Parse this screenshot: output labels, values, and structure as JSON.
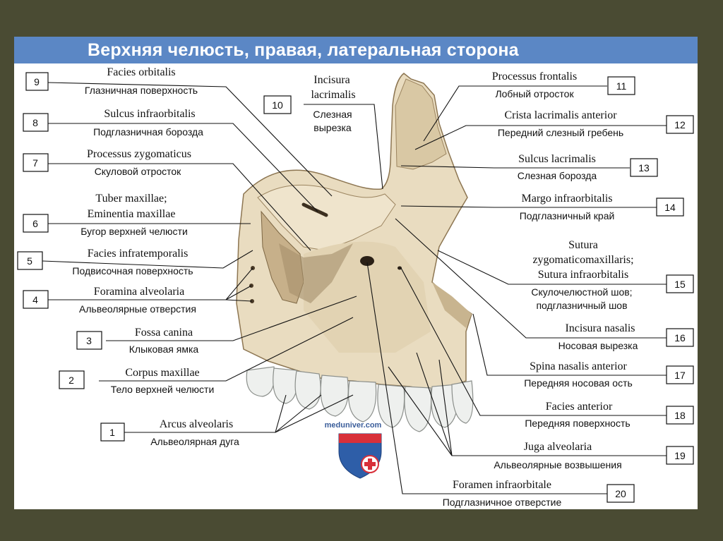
{
  "title": "Верхняя челюсть, правая, латеральная сторона",
  "watermark": "meduniver.com",
  "colors": {
    "background": "#4a4b33",
    "title_bar": "#5b87c5",
    "bone": "#e9dcc0",
    "bone_shadow": "#b5a17f",
    "teeth": "#eef0ee",
    "logo_blue": "#2e5ea8",
    "logo_red": "#d8303a"
  },
  "labels": [
    {
      "number": "1",
      "latin": "Arcus alveolaris",
      "russian": "Альвеолярная дуга"
    },
    {
      "number": "2",
      "latin": "Corpus maxillae",
      "russian": "Тело верхней челюсти"
    },
    {
      "number": "3",
      "latin": "Fossa canina",
      "russian": "Клыковая ямка"
    },
    {
      "number": "4",
      "latin": "Foramina alveolaria",
      "russian": "Альвеолярные отверстия"
    },
    {
      "number": "5",
      "latin": "Facies infratemporalis",
      "russian": "Подвисочная поверхность"
    },
    {
      "number": "6",
      "latin": "Tuber maxillae;",
      "latin2": "Eminentia maxillae",
      "russian": "Бугор верхней челюсти"
    },
    {
      "number": "7",
      "latin": "Processus zygomaticus",
      "russian": "Скуловой отросток"
    },
    {
      "number": "8",
      "latin": "Sulcus infraorbitalis",
      "russian": "Подглазничная борозда"
    },
    {
      "number": "9",
      "latin": "Facies orbitalis",
      "russian": "Глазничная поверхность"
    },
    {
      "number": "10",
      "latin": "Incisura",
      "latin2": "lacrimalis",
      "russian": "Слезная",
      "russian2": "вырезка"
    },
    {
      "number": "11",
      "latin": "Processus frontalis",
      "russian": "Лобный отросток"
    },
    {
      "number": "12",
      "latin": "Crista lacrimalis anterior",
      "russian": "Передний слезный гребень"
    },
    {
      "number": "13",
      "latin": "Sulcus lacrimalis",
      "russian": "Слезная борозда"
    },
    {
      "number": "14",
      "latin": "Margo infraorbitalis",
      "russian": "Подглазничный край"
    },
    {
      "number": "15",
      "latin": "Sutura",
      "latin2": "zygomaticomaxillaris;",
      "latin3": "Sutura infraorbitalis",
      "russian": "Скулочелюстной шов;",
      "russian2": "подглазничный шов"
    },
    {
      "number": "16",
      "latin": "Incisura nasalis",
      "russian": "Носовая вырезка"
    },
    {
      "number": "17",
      "latin": "Spina nasalis anterior",
      "russian": "Передняя носовая ость"
    },
    {
      "number": "18",
      "latin": "Facies anterior",
      "russian": "Передняя поверхность"
    },
    {
      "number": "19",
      "latin": "Juga alveolaria",
      "russian": "Альвеолярные возвышения"
    },
    {
      "number": "20",
      "latin": "Foramen infraorbitale",
      "russian": "Подглазничное отверстие"
    }
  ]
}
